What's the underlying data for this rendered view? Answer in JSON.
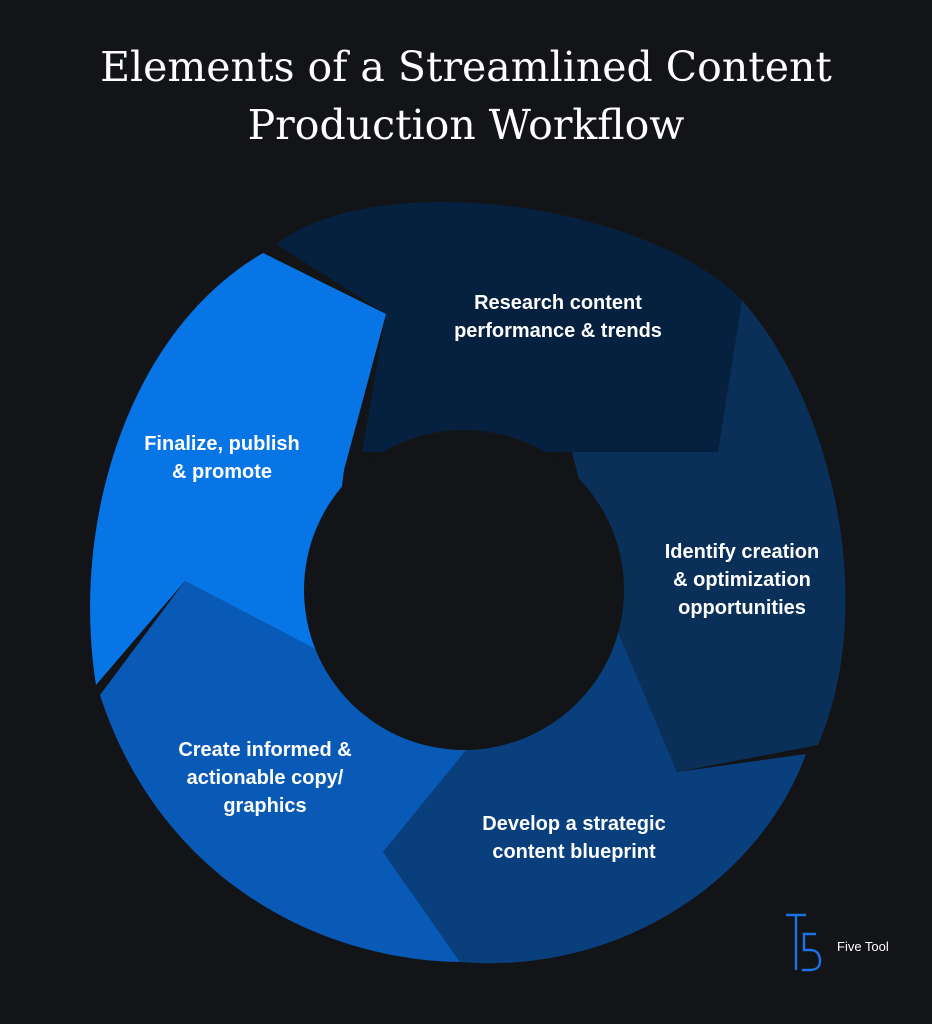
{
  "title": {
    "line1": "Elements of a Streamlined Content",
    "line2": "Production Workflow"
  },
  "steps": [
    {
      "lines": [
        "Research content",
        "performance & trends"
      ],
      "color": "#06213F"
    },
    {
      "lines": [
        "Identify creation",
        "& optimization",
        "opportunities"
      ],
      "color": "#0A2F58"
    },
    {
      "lines": [
        "Develop a strategic",
        "content blueprint"
      ],
      "color": "#0A3F7E"
    },
    {
      "lines": [
        "Create informed &",
        "actionable copy/",
        "graphics"
      ],
      "color": "#095AB6"
    },
    {
      "lines": [
        "Finalize, publish",
        "& promote"
      ],
      "color": "#0875E6"
    }
  ],
  "logo": {
    "text": "Five Tool",
    "color": "#1A73E8"
  },
  "colors": {
    "background": "#131417",
    "center": "#131417",
    "outline": "#131417"
  }
}
